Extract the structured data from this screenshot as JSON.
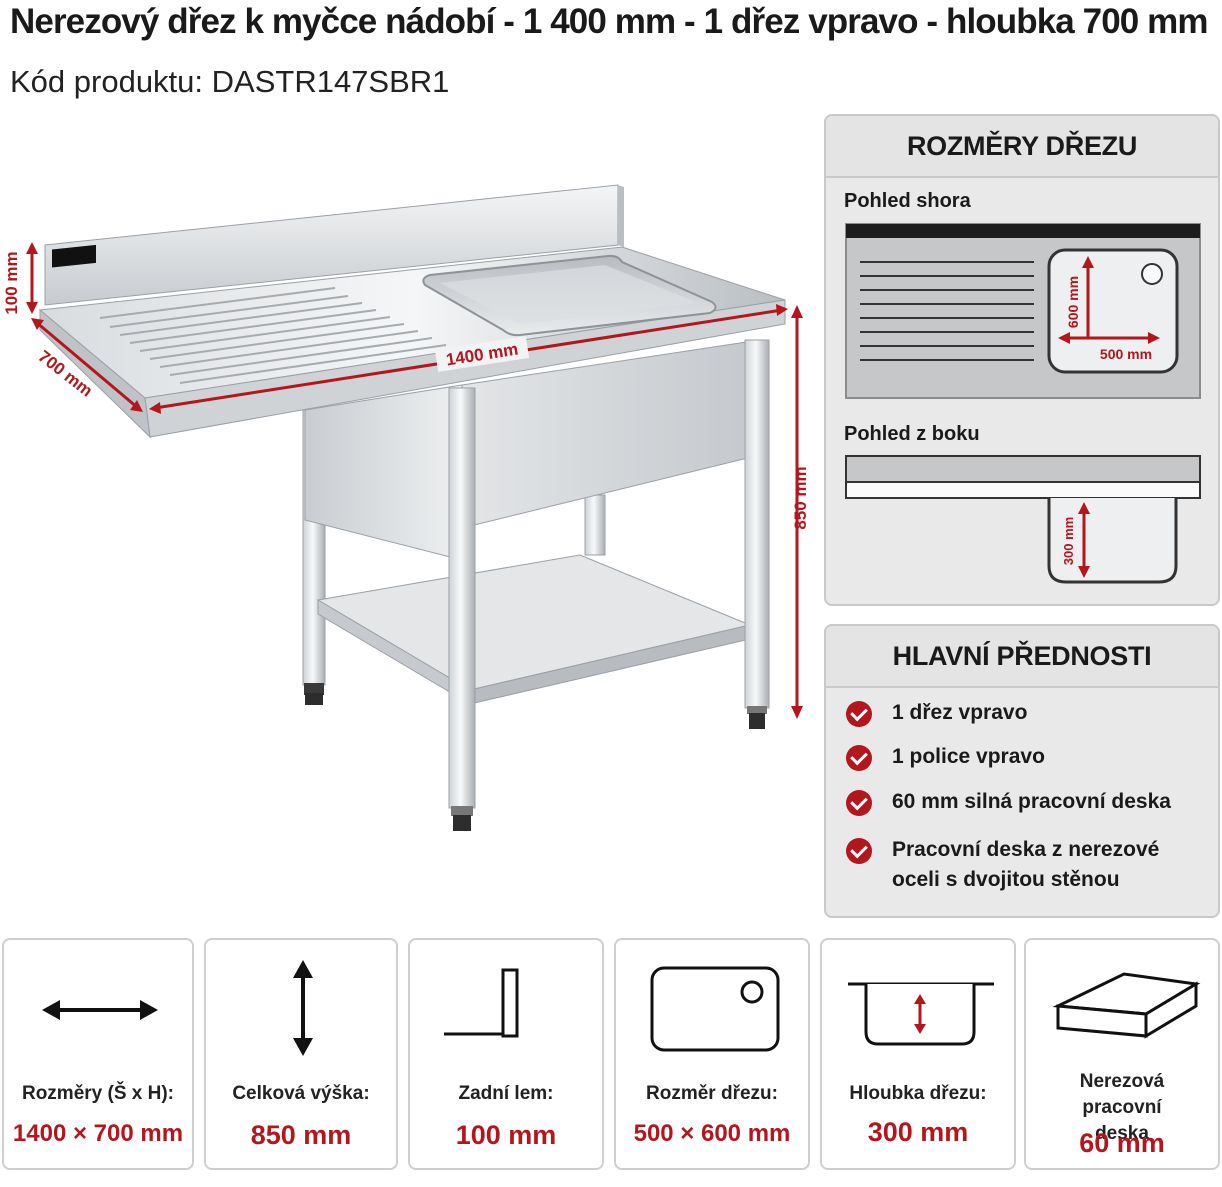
{
  "header": {
    "title": "Nerezový dřez k myčce nádobí - 1 400 mm - 1 dřez vpravo - hloubka 700 mm",
    "product_code": "Kód produktu: DASTR147SBR1"
  },
  "product_image": {
    "dim_height_backsplash": "100 mm",
    "dim_depth": "700 mm",
    "dim_width": "1400 mm",
    "dim_height_total": "850 mm"
  },
  "dimensions_panel": {
    "title": "ROZMĚRY DŘEZU",
    "top_view_label": "Pohled shora",
    "top_view_dim_length": "600 mm",
    "top_view_dim_width": "500 mm",
    "side_view_label": "Pohled z boku",
    "side_view_dim_depth": "300 mm"
  },
  "features_panel": {
    "title": "HLAVNÍ PŘEDNOSTI",
    "items": [
      {
        "text": "1 dřez vpravo"
      },
      {
        "text": "1 police vpravo"
      },
      {
        "text": "60 mm silná pracovní deska"
      },
      {
        "text": "Pracovní deska z nerezové oceli s dvojitou stěnou"
      }
    ]
  },
  "spec_cards": [
    {
      "label": "Rozměry (Š x H):",
      "value": "1400 × 700 mm",
      "icon": "horizontal-arrow-icon"
    },
    {
      "label": "Celková výška:",
      "value": "850 mm",
      "icon": "vertical-arrow-icon"
    },
    {
      "label": "Zadní lem:",
      "value": "100 mm",
      "icon": "backsplash-icon"
    },
    {
      "label": "Rozměr dřezu:",
      "value": "500 × 600 mm",
      "icon": "sink-top-icon"
    },
    {
      "label": "Hloubka dřezu:",
      "value": "300 mm",
      "icon": "sink-depth-icon"
    },
    {
      "label": "Nerezová pracovní deska",
      "value": "60 mm",
      "icon": "worktop-slab-icon"
    }
  ],
  "colors": {
    "accent_red": "#b3171d",
    "panel_bg": "#e9e9e9",
    "steel_light": "#e8eaec",
    "steel_dark": "#9aa0a6"
  }
}
